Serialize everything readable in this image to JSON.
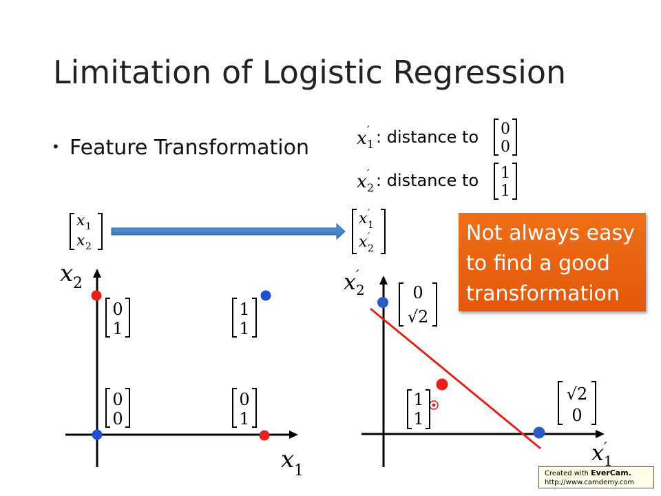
{
  "title": "Limitation of Logistic Regression",
  "bullet": "Feature Transformation",
  "definitions": [
    {
      "var": "x",
      "sub": "1",
      "prime": "′",
      "text": ": distance to",
      "vec": [
        "0",
        "0"
      ]
    },
    {
      "var": "x",
      "sub": "2",
      "prime": "′",
      "text": ": distance to",
      "vec": [
        "1",
        "1"
      ]
    }
  ],
  "map_from": {
    "top": {
      "var": "x",
      "sub": "1"
    },
    "bottom": {
      "var": "x",
      "sub": "2"
    }
  },
  "map_to": {
    "top": {
      "var": "x",
      "sub": "1",
      "prime": "′"
    },
    "bottom": {
      "var": "x",
      "sub": "2",
      "prime": "′"
    }
  },
  "callout": {
    "lines": [
      "Not always easy",
      "to find a good",
      "transformation"
    ]
  },
  "left_plot": {
    "xlabel": {
      "var": "x",
      "sub": "1"
    },
    "ylabel": {
      "var": "x",
      "sub": "2"
    },
    "points": [
      {
        "vec": [
          "0",
          "1"
        ],
        "class": "red"
      },
      {
        "vec": [
          "1",
          "1"
        ],
        "class": "blue"
      },
      {
        "vec": [
          "0",
          "0"
        ],
        "class": "blue"
      },
      {
        "vec": [
          "0",
          "1"
        ],
        "class": "red",
        "note": "bottom-right"
      }
    ]
  },
  "right_plot": {
    "xlabel": {
      "var": "x",
      "sub": "1",
      "prime": "′"
    },
    "ylabel": {
      "var": "x",
      "sub": "2",
      "prime": "′"
    },
    "labels": [
      {
        "top": "0",
        "bottom": "√2"
      },
      {
        "top": "1",
        "bottom": "1"
      },
      {
        "top": "√2",
        "bottom": "0"
      }
    ]
  },
  "colors": {
    "red": "#e8201c",
    "blue": "#1f4fd0",
    "arrow": "#4a86c8",
    "callout": "#e8620f"
  },
  "watermark": {
    "line1_prefix": "Created with ",
    "brand": "EverCam.",
    "line2": "http://www.camdemy.com"
  }
}
